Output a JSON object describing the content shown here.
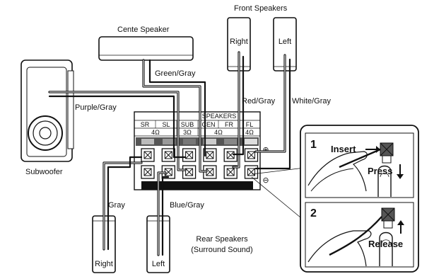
{
  "labels": {
    "front_speakers": "Front Speakers",
    "center_speaker": "Cente Speaker",
    "subwoofer": "Subwoofer",
    "rear_speakers_line1": "Rear Speakers",
    "rear_speakers_line2": "(Surround Sound)"
  },
  "speakers": {
    "front_right": "Right",
    "front_left": "Left",
    "rear_right": "Right",
    "rear_left": "Left"
  },
  "wires": {
    "green_gray": "Green/Gray",
    "purple_gray": "Purple/Gray",
    "red_gray": "Red/Gray",
    "white_gray": "White/Gray",
    "gray": "Gray",
    "blue_gray": "Blue/Gray"
  },
  "panel": {
    "title": "SPEAKERS",
    "channels": [
      "SR",
      "SL",
      "SUB",
      "CEN",
      "FR",
      "FL"
    ],
    "impedances": [
      "4Ω",
      "3Ω",
      "4Ω",
      "4Ω"
    ],
    "plus": "⊕",
    "minus": "⊖"
  },
  "inset": {
    "step1_number": "1",
    "step1_insert": "Insert",
    "step1_press": "Press",
    "step2_number": "2",
    "step2_release": "Release"
  }
}
